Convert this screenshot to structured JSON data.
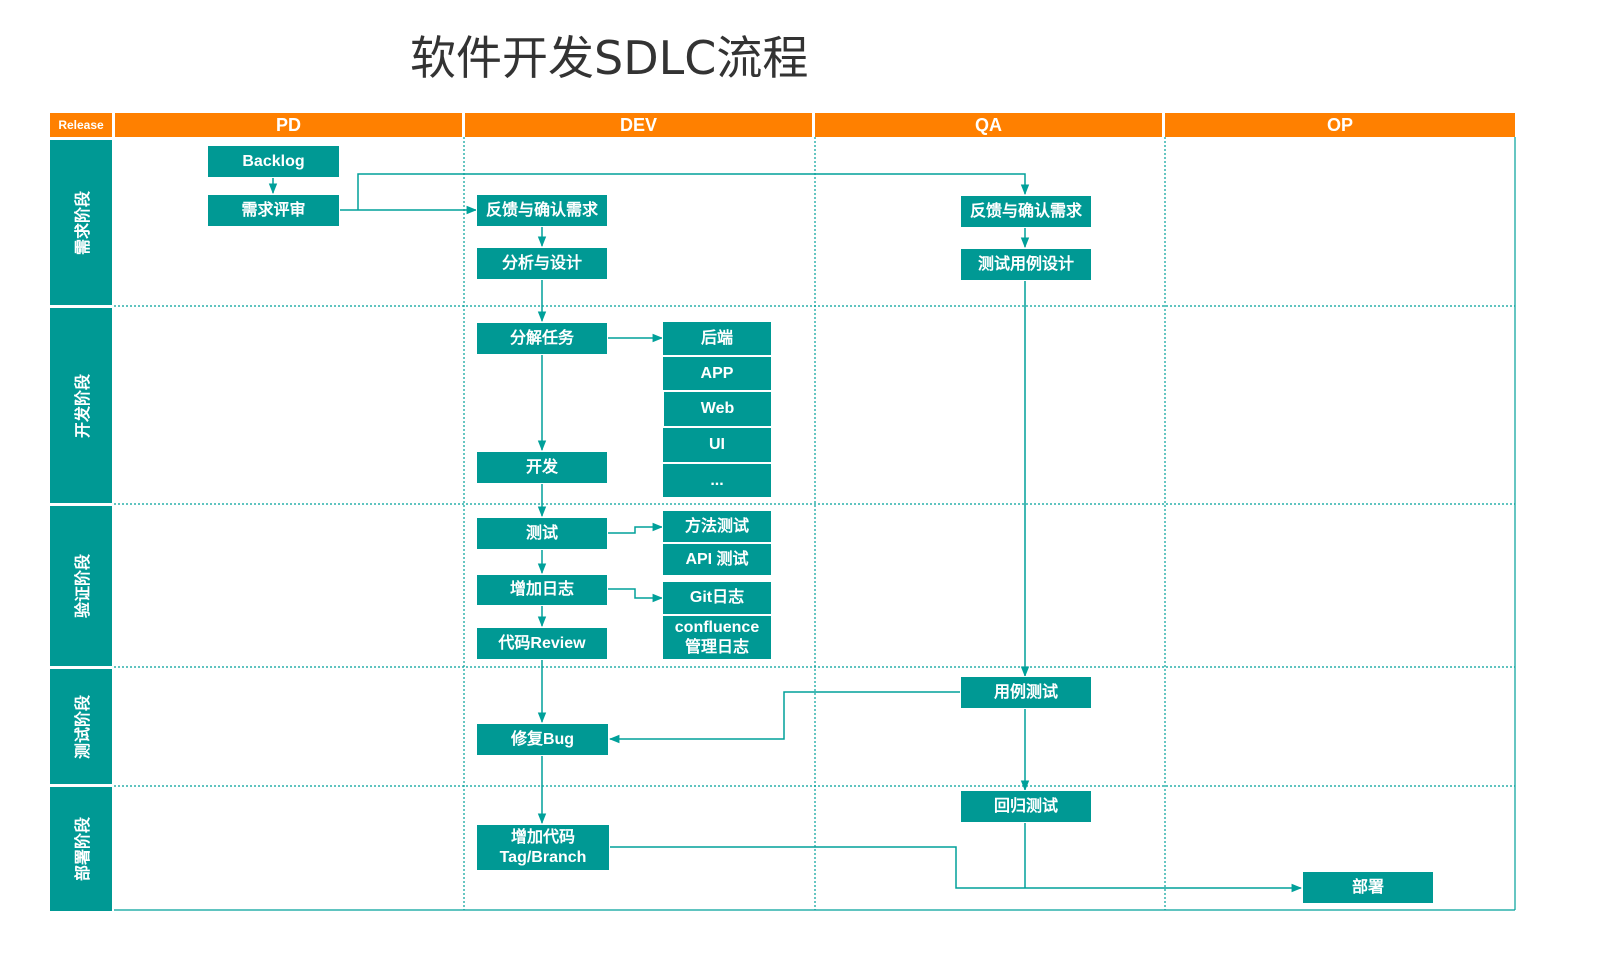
{
  "title": "软件开发SDLC流程",
  "header": {
    "release": "Release",
    "columns": [
      "PD",
      "DEV",
      "QA",
      "OP"
    ]
  },
  "stages": [
    "需求阶段",
    "开发阶段",
    "验证阶段",
    "测试阶段",
    "部署阶段"
  ],
  "nodes": {
    "backlog": "Backlog",
    "req_review": "需求评审",
    "dev_feedback": "反馈与确认需求",
    "analysis": "分析与设计",
    "qa_feedback": "反馈与确认需求",
    "test_case_design": "测试用例设计",
    "split_tasks": "分解任务",
    "backend": "后端",
    "app": "APP",
    "web": "Web",
    "ui": "UI",
    "more": "...",
    "develop": "开发",
    "test": "测试",
    "method_test": "方法测试",
    "api_test": "API 测试",
    "add_log": "增加日志",
    "git_log": "Git日志",
    "confluence_log_1": "confluence",
    "confluence_log_2": "管理日志",
    "code_review": "代码Review",
    "case_test": "用例测试",
    "fix_bug": "修复Bug",
    "regression_test": "回归测试",
    "tag_branch_1": "增加代码",
    "tag_branch_2": "Tag/Branch",
    "deploy": "部署"
  },
  "colors": {
    "header": "#ff8000",
    "node": "#009994",
    "line": "#00a09a",
    "title": "#333333"
  }
}
